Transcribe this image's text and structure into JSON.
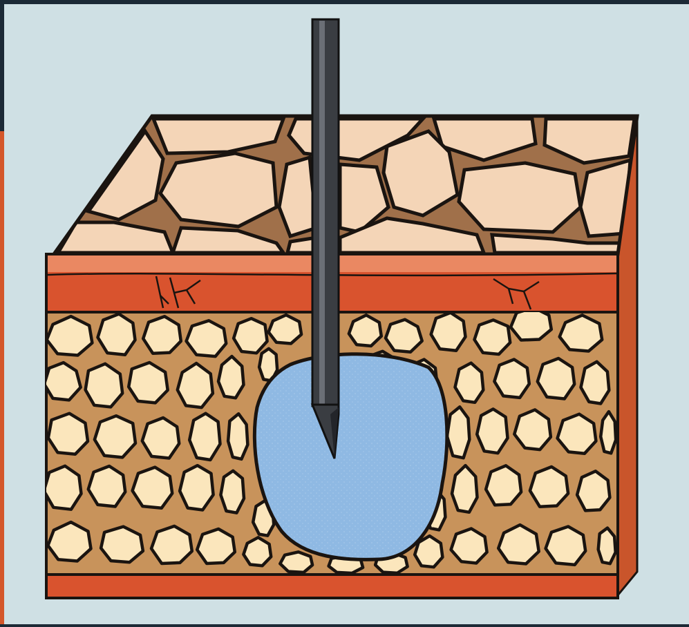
{
  "figure": {
    "kind": "illustration",
    "depicts": [
      "needle",
      "skin-block",
      "fat-layer",
      "dermis-layer",
      "fluid-pocket"
    ],
    "colors": {
      "background": "#cfe0e4",
      "frame_dark": "#1c2a36",
      "frame_accent": "#d4572a",
      "epidermis_cell": "#f4d5b7",
      "dermis": "#d9532e",
      "dermis_light": "#ea8862",
      "side_wall": "#c9552b",
      "fat_cell": "#fbe6bc",
      "fat_matrix": "#c8935b",
      "fluid": "#8fb9e3",
      "needle": "#3a3d42",
      "outline": "#1a1410"
    }
  }
}
